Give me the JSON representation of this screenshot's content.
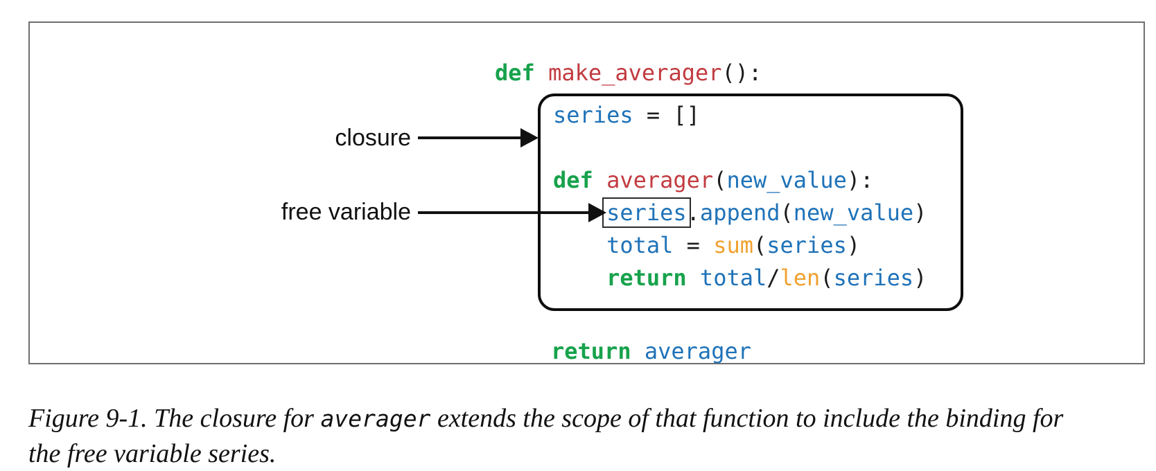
{
  "colors": {
    "kw": "#17a24c",
    "fn": "#c23b40",
    "id": "#1e72b8",
    "bi": "#f0a12f",
    "punct": "#1b1b1b",
    "frame": "#6e6e6e",
    "box": "#0e0e0e",
    "fvbox": "#2a2a2a",
    "ink": "#111111"
  },
  "figure": {
    "labels": {
      "closure": "closure",
      "free_variable": "free variable"
    },
    "code": {
      "top_line": [
        [
          "kw",
          "def"
        ],
        [
          "plain",
          " "
        ],
        [
          "fn",
          "make_averager"
        ],
        [
          "plain",
          "():"
        ]
      ],
      "box_lines": [
        [
          [
            "id",
            "series"
          ],
          [
            "plain",
            " = []"
          ]
        ],
        [],
        [
          [
            "kw",
            "def"
          ],
          [
            "plain",
            " "
          ],
          [
            "fn",
            "averager"
          ],
          [
            "plain",
            "("
          ],
          [
            "id",
            "new_value"
          ],
          [
            "plain",
            "):"
          ]
        ],
        [
          [
            "plain",
            "    "
          ],
          [
            "id boxed",
            "series"
          ],
          [
            "plain",
            "."
          ],
          [
            "id",
            "append"
          ],
          [
            "plain",
            "("
          ],
          [
            "id",
            "new_value"
          ],
          [
            "plain",
            ")"
          ]
        ],
        [
          [
            "plain",
            "    "
          ],
          [
            "id",
            "total"
          ],
          [
            "plain",
            " = "
          ],
          [
            "bi",
            "sum"
          ],
          [
            "plain",
            "("
          ],
          [
            "id",
            "series"
          ],
          [
            "plain",
            ")"
          ]
        ],
        [
          [
            "plain",
            "    "
          ],
          [
            "kw",
            "return"
          ],
          [
            "plain",
            " "
          ],
          [
            "id",
            "total"
          ],
          [
            "plain",
            "/"
          ],
          [
            "bi",
            "len"
          ],
          [
            "plain",
            "("
          ],
          [
            "id",
            "series"
          ],
          [
            "plain",
            ")"
          ]
        ]
      ],
      "bottom_line": [
        [
          "kw",
          "return"
        ],
        [
          "plain",
          " "
        ],
        [
          "id",
          "averager"
        ]
      ]
    }
  },
  "caption": {
    "prefix": "Figure 9-1. The closure for ",
    "code_word": "averager",
    "suffix": " extends the scope of that function to include the binding for the free variable series."
  }
}
